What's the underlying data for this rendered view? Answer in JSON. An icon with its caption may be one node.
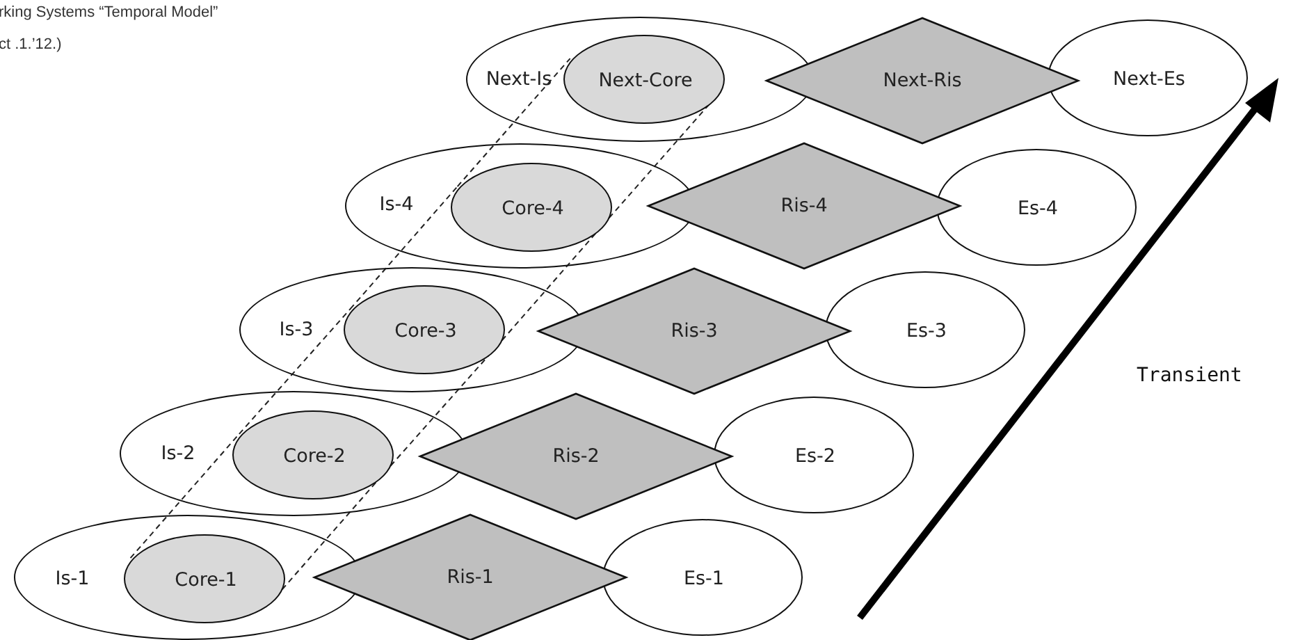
{
  "diagram": {
    "nodes": [
      {
        "text": [
          "Next-Is"
        ]
      },
      {
        "text": [
          "Next-Core"
        ],
        "in": 0
      },
      {
        "text": [
          "Next-Ris"
        ]
      },
      {
        "text": [
          "Next-Es"
        ]
      },
      {
        "text": [
          "Is-4"
        ]
      },
      {
        "text": [
          "Core-4"
        ],
        "in": 4
      },
      {
        "text": [
          "Ris-4"
        ]
      },
      {
        "text": [
          "Es-4"
        ]
      },
      {
        "text": [
          "Is-3"
        ]
      },
      {
        "text": [
          "Core-3"
        ],
        "in": 8
      },
      {
        "text": [
          "Ris-3"
        ]
      },
      {
        "text": [
          "Es-3"
        ]
      },
      {
        "text": [
          "Is-2"
        ]
      },
      {
        "text": [
          "Core-2"
        ],
        "in": 12
      },
      {
        "text": [
          "Ris-2"
        ]
      },
      {
        "text": [
          "Es-2"
        ]
      },
      {
        "text": [
          "Is-1"
        ]
      },
      {
        "text": [
          "Core-1"
        ],
        "in": 16
      },
      {
        "text": [
          "Ris-1"
        ]
      },
      {
        "text": [
          "Es-1"
        ]
      }
    ],
    "edges": [
      {
        "from": 17,
        "to": 13,
        "arrow": "none",
        "style": "dashed"
      },
      {
        "from": 17,
        "to": 13,
        "arrow": "none",
        "style": "dashed"
      },
      {
        "from": 13,
        "to": 9,
        "arrow": "none",
        "style": "dashed"
      },
      {
        "from": 13,
        "to": 9,
        "arrow": "none",
        "style": "dashed"
      },
      {
        "from": 9,
        "to": 5,
        "arrow": "none",
        "style": "dashed"
      },
      {
        "from": 9,
        "to": 5,
        "arrow": "none",
        "style": "dashed"
      },
      {
        "from": 5,
        "to": 1,
        "arrow": "none",
        "style": "dashed"
      },
      {
        "from": 5,
        "to": 1,
        "arrow": "none",
        "style": "dashed"
      }
    ],
    "labels": [
      "rking Systems “Temporal Model”",
      "ct .1.’12.)",
      "Transient"
    ]
  }
}
